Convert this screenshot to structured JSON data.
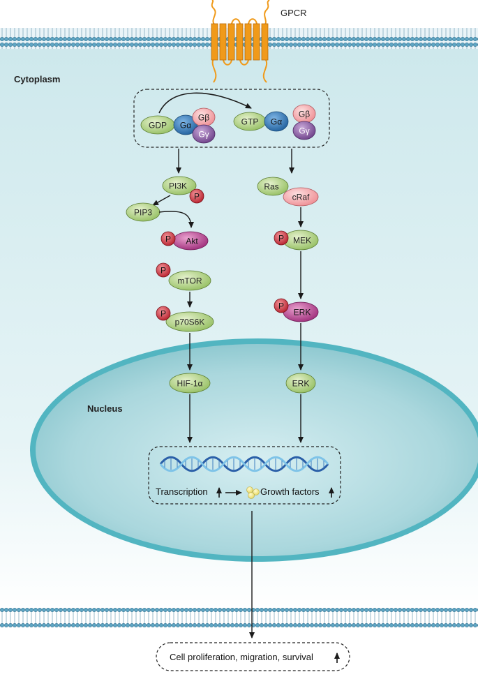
{
  "labels": {
    "gpcr": "GPCR",
    "cytoplasm": "Cytoplasm",
    "nucleus": "Nucleus"
  },
  "g_protein": {
    "gdp": "GDP",
    "galpha_1": "Gα",
    "gbeta_1": "Gβ",
    "ggamma_1": "Gγ",
    "gtp": "GTP",
    "galpha_2": "Gα",
    "gbeta_2": "Gβ",
    "ggamma_2": "Gγ"
  },
  "pi3k_branch": {
    "pi3k": "PI3K",
    "pip3": "PIP3",
    "akt": "Akt",
    "mtor": "mTOR",
    "p70s6k": "p70S6K",
    "hif1a": "HIF-1α"
  },
  "mapk_branch": {
    "ras": "Ras",
    "craf": "cRaf",
    "mek": "MEK",
    "erk_cyto": "ERK",
    "erk_nuc": "ERK"
  },
  "phospho": "P",
  "nuclear_box": {
    "transcription": "Transcription",
    "growth_factors": "Growth factors"
  },
  "outcome": "Cell proliferation, migration, survival",
  "colors": {
    "cytoplasm": "#d4ecef",
    "nucleus": "#a9d6dc",
    "nucleus_rim": "#4cb4c0",
    "membrane_head": "#5fa6c4",
    "gpcr": "#f09a1a",
    "green_node": "#b5d48a",
    "blue_node": "#2f77b8",
    "pink_node": "#f4a3a8",
    "purple_node": "#8d5aa6",
    "magenta_node": "#c0479a",
    "phospho": "#d0343e"
  }
}
